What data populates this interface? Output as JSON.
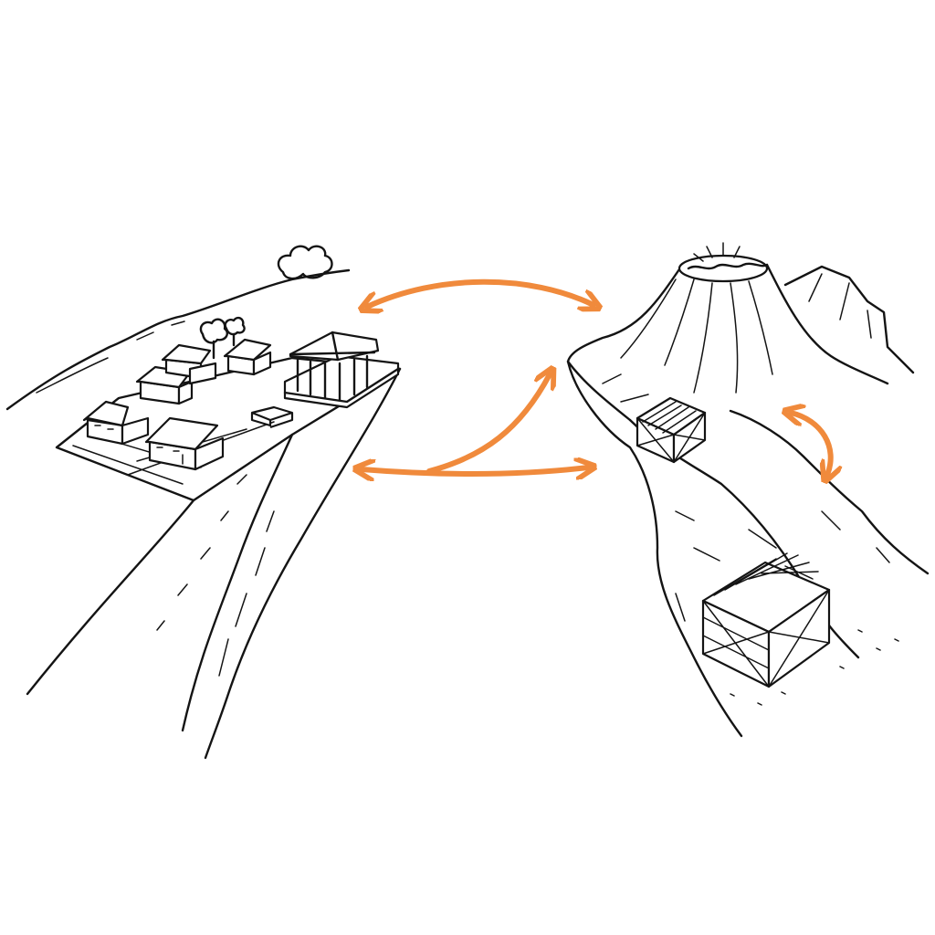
{
  "scene": {
    "left_region": "settlement-plateau",
    "right_region": "volcano-ridge",
    "objects": [
      "houses",
      "temple",
      "volcano",
      "crate",
      "crate"
    ]
  },
  "colors": {
    "background": "#ffffff",
    "ink": "#141414",
    "arrow": "#f08a3c"
  },
  "arrows": [
    {
      "name": "top-double-arrow",
      "type": "double"
    },
    {
      "name": "branch-arrow",
      "type": "single"
    },
    {
      "name": "bottom-double-arrow",
      "type": "double"
    },
    {
      "name": "small-curved-arrow",
      "type": "double"
    }
  ]
}
